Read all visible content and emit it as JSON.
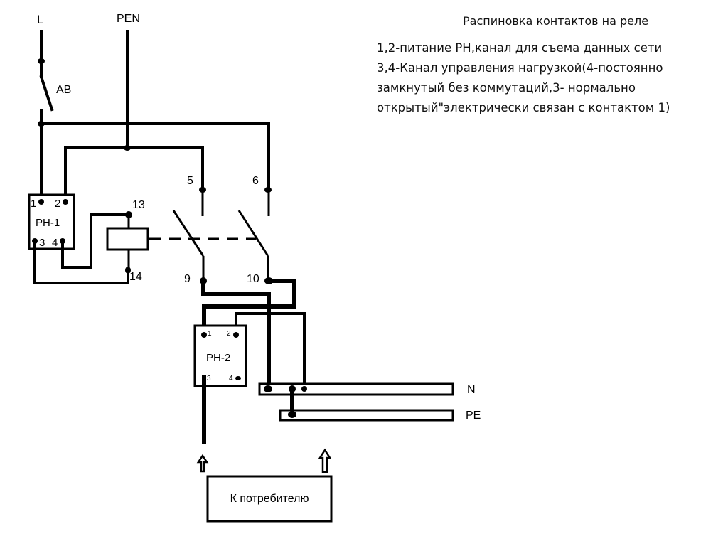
{
  "title": "Распиновка контактов на реле",
  "notes": [
    "1,2-питание РН,канал для съема данных сети",
    "3,4-Канал управления нагрузкой(4-постоянно",
    "замкнутый без коммутаций,3- нормально",
    "открытый\"электрически связан с контактом 1)"
  ],
  "lines": {
    "phase": "L",
    "pen": "PEN",
    "breaker": "AB"
  },
  "relays": {
    "rn1": {
      "label": "РН-1",
      "pins": [
        "1",
        "2",
        "3",
        "4"
      ]
    },
    "rn2": {
      "label": "РН-2",
      "pins": [
        "1",
        "2",
        "3",
        "4"
      ]
    }
  },
  "contactor": {
    "coil_pins": [
      "13",
      "14"
    ],
    "contacts_top": [
      "5",
      "6"
    ],
    "contacts_bottom": [
      "9",
      "10"
    ]
  },
  "buses": {
    "neutral": "N",
    "earth": "PE"
  },
  "consumer": "К потребителю"
}
